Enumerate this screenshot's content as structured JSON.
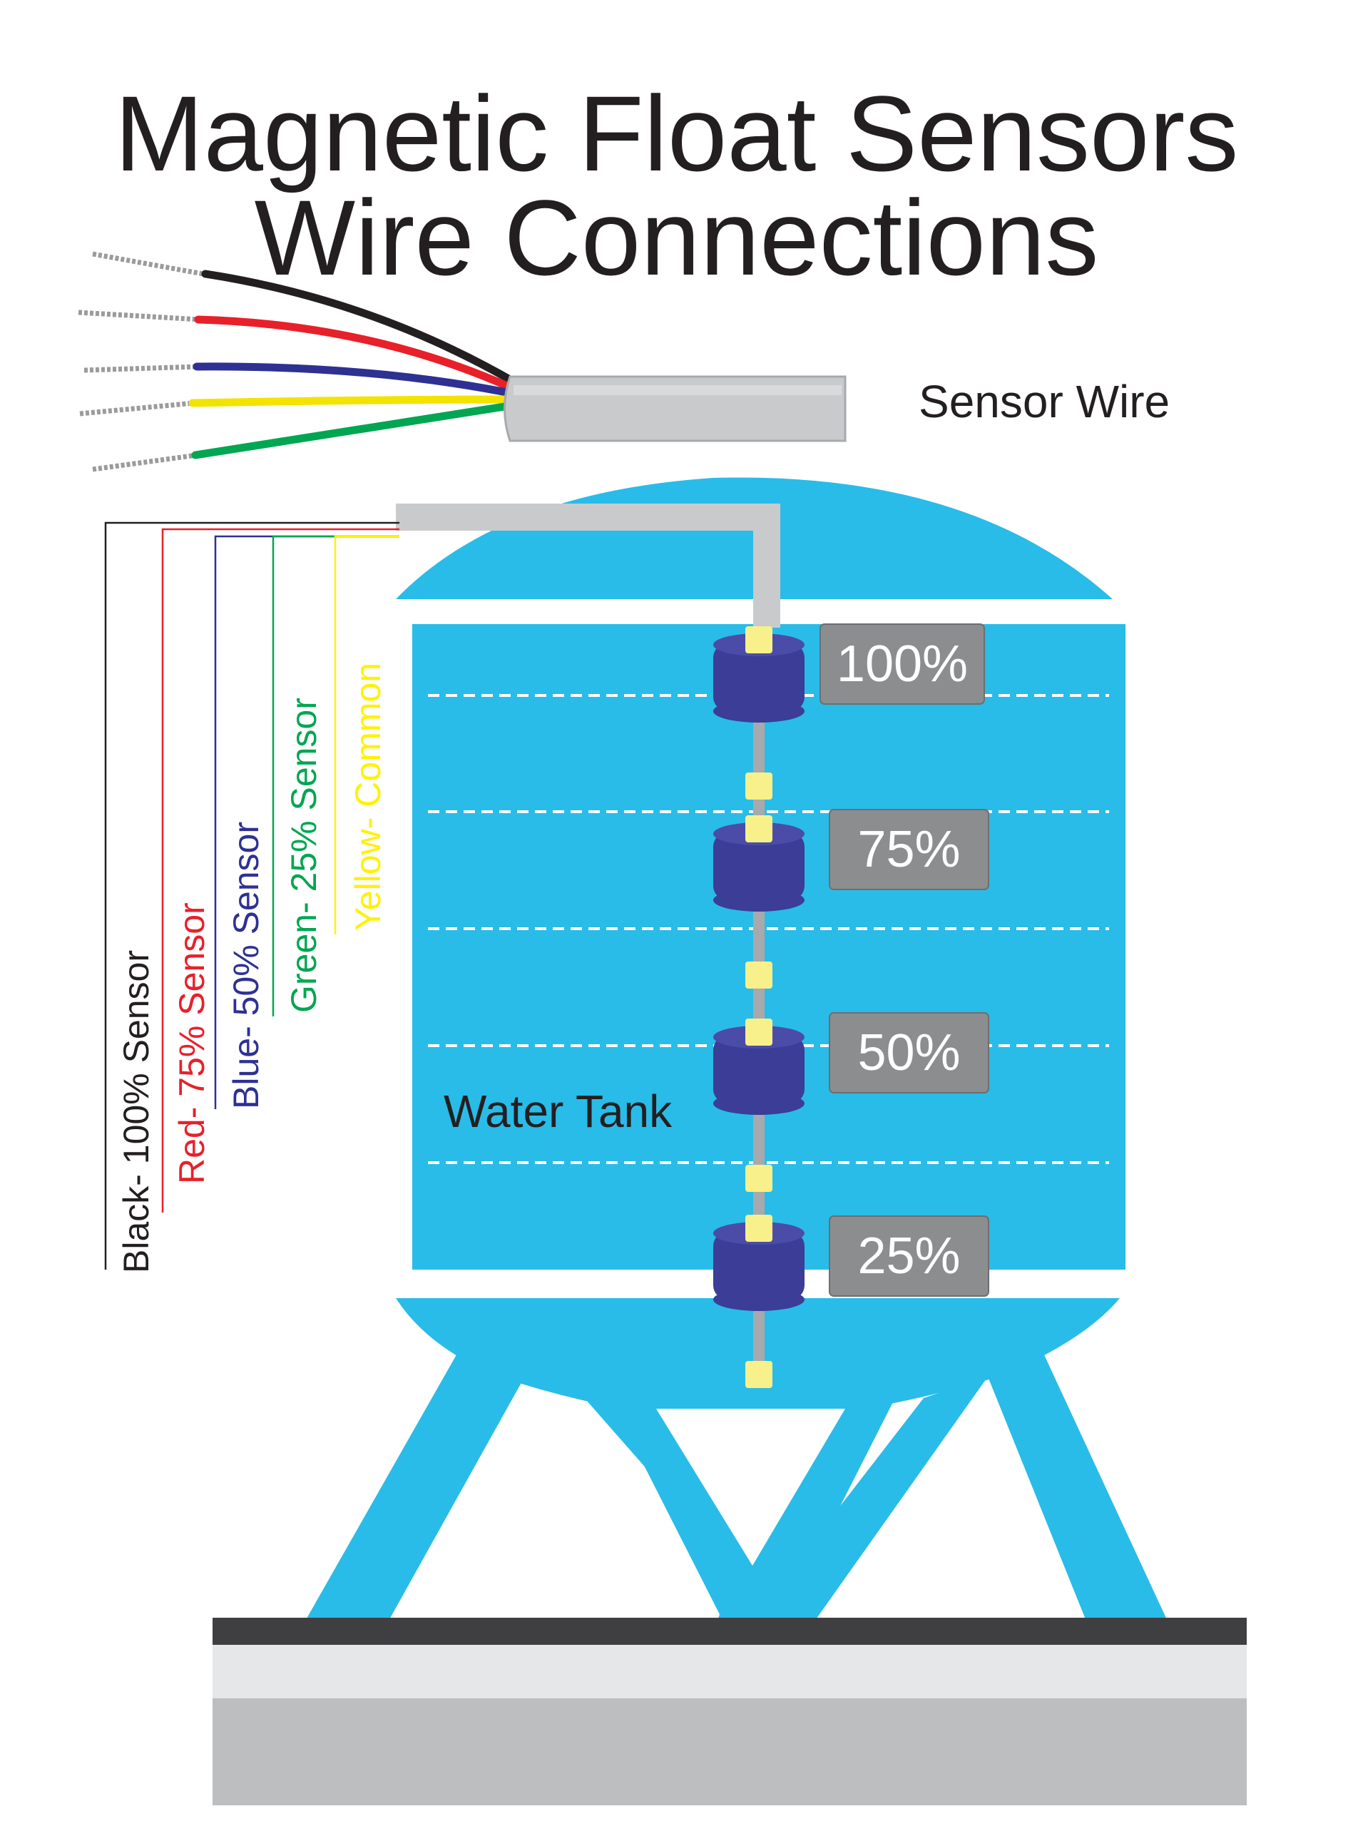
{
  "title": {
    "line1": "Magnetic Float Sensors",
    "line2": "Wire Connections"
  },
  "cable": {
    "label": "Sensor Wire"
  },
  "tank": {
    "label": "Water Tank"
  },
  "levels": [
    "100%",
    "75%",
    "50%",
    "25%"
  ],
  "wire_legend": [
    {
      "text": "Black- 100% Sensor",
      "color": "#231f20"
    },
    {
      "text": "Red- 75% Sensor",
      "color": "#e8202a"
    },
    {
      "text": "Blue- 50% Sensor",
      "color": "#2e3192"
    },
    {
      "text": "Green- 25% Sensor",
      "color": "#00a651"
    },
    {
      "text": "Yellow- Common",
      "color": "#fff200"
    }
  ],
  "colors": {
    "water": "#29bce8",
    "float": "#3b3d96",
    "float_cap": "#f8f08a",
    "label_box": "#8c8d8f",
    "cable_sheath": "#c9cacc",
    "ground_dark": "#3f3f42",
    "ground_light": "#e6e7e8",
    "ground_mid": "#bcbec0"
  }
}
